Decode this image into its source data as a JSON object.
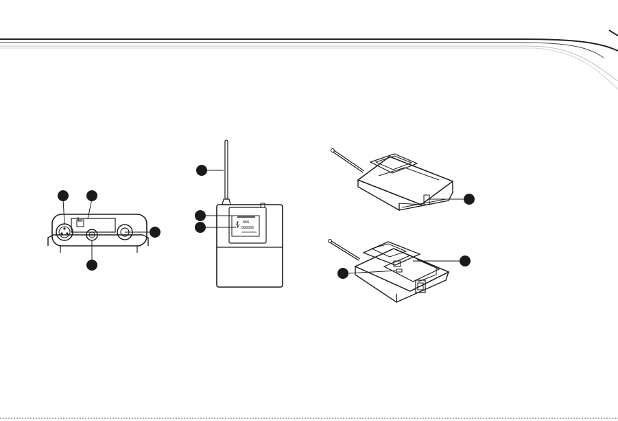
{
  "colors": {
    "line": "#1a1a1a",
    "header_rule": "#222222",
    "header_fade": "#bdbdbd",
    "device_body": "#ffffff",
    "callout_fill": "#1a1a1a",
    "footer_rule": "#555555"
  },
  "icons": {
    "xlr_connector": "xlr-connector-icon",
    "screw_jack": "screw-jack-icon",
    "round_jack": "round-jack-icon"
  },
  "lcd": {
    "row1": "888",
    "row2": "888888"
  },
  "callouts": [
    {
      "figure": "top-view",
      "label": ""
    },
    {
      "figure": "top-view",
      "label": ""
    },
    {
      "figure": "top-view",
      "label": ""
    },
    {
      "figure": "top-view",
      "label": ""
    },
    {
      "figure": "front-view",
      "label": ""
    },
    {
      "figure": "front-view",
      "label": ""
    },
    {
      "figure": "front-view",
      "label": ""
    },
    {
      "figure": "closed-iso",
      "label": ""
    },
    {
      "figure": "open-iso",
      "label": ""
    },
    {
      "figure": "open-iso",
      "label": ""
    }
  ]
}
